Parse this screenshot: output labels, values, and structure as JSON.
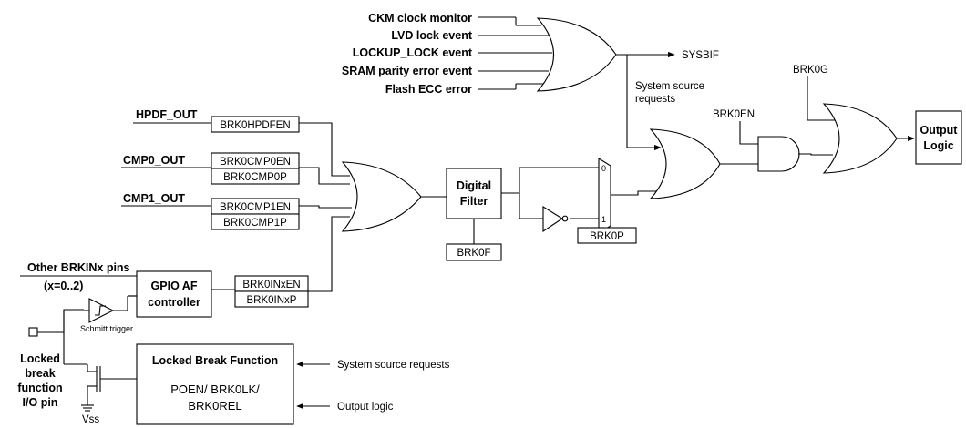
{
  "inputs": {
    "ckm": "CKM clock monitor",
    "lvd": "LVD lock event",
    "lockup": "LOCKUP_LOCK event",
    "sram": "SRAM parity error event",
    "flash": "Flash ECC error",
    "hpdf": "HPDF_OUT",
    "cmp0": "CMP0_OUT",
    "cmp1": "CMP1_OUT",
    "other_pins": "Other BRKINx pins",
    "x_range": "(x=0..2)",
    "locked_pin": [
      "Locked",
      "break",
      "function",
      "I/O pin"
    ]
  },
  "outputs": {
    "sysbif": "SYSBIF",
    "system_source_requests": [
      "System source",
      "requests"
    ]
  },
  "registers": {
    "hpdfen": "BRK0HPDFEN",
    "cmp0en": "BRK0CMP0EN",
    "cmp0p": "BRK0CMP0P",
    "cmp1en": "BRK0CMP1EN",
    "cmp1p": "BRK0CMP1P",
    "inxen": "BRK0INxEN",
    "inxp": "BRK0INxP",
    "brk0f": "BRK0F",
    "brk0p": "BRK0P",
    "brk0en": "BRK0EN",
    "brk0g": "BRK0G"
  },
  "blocks": {
    "digital_filter": [
      "Digital",
      "Filter"
    ],
    "gpio_af": [
      "GPIO AF",
      "controller"
    ],
    "output_logic": [
      "Output",
      "Logic"
    ],
    "locked_break_title": "Locked Break Function",
    "locked_break_regs": [
      "POEN/ BRK0LK/",
      "BRK0REL"
    ]
  },
  "labels": {
    "schmitt": "Schmitt trigger",
    "vss": "Vss",
    "mux0": "0",
    "mux1": "1",
    "sys_src_req": "System source requests",
    "output_logic_in": "Output logic"
  }
}
